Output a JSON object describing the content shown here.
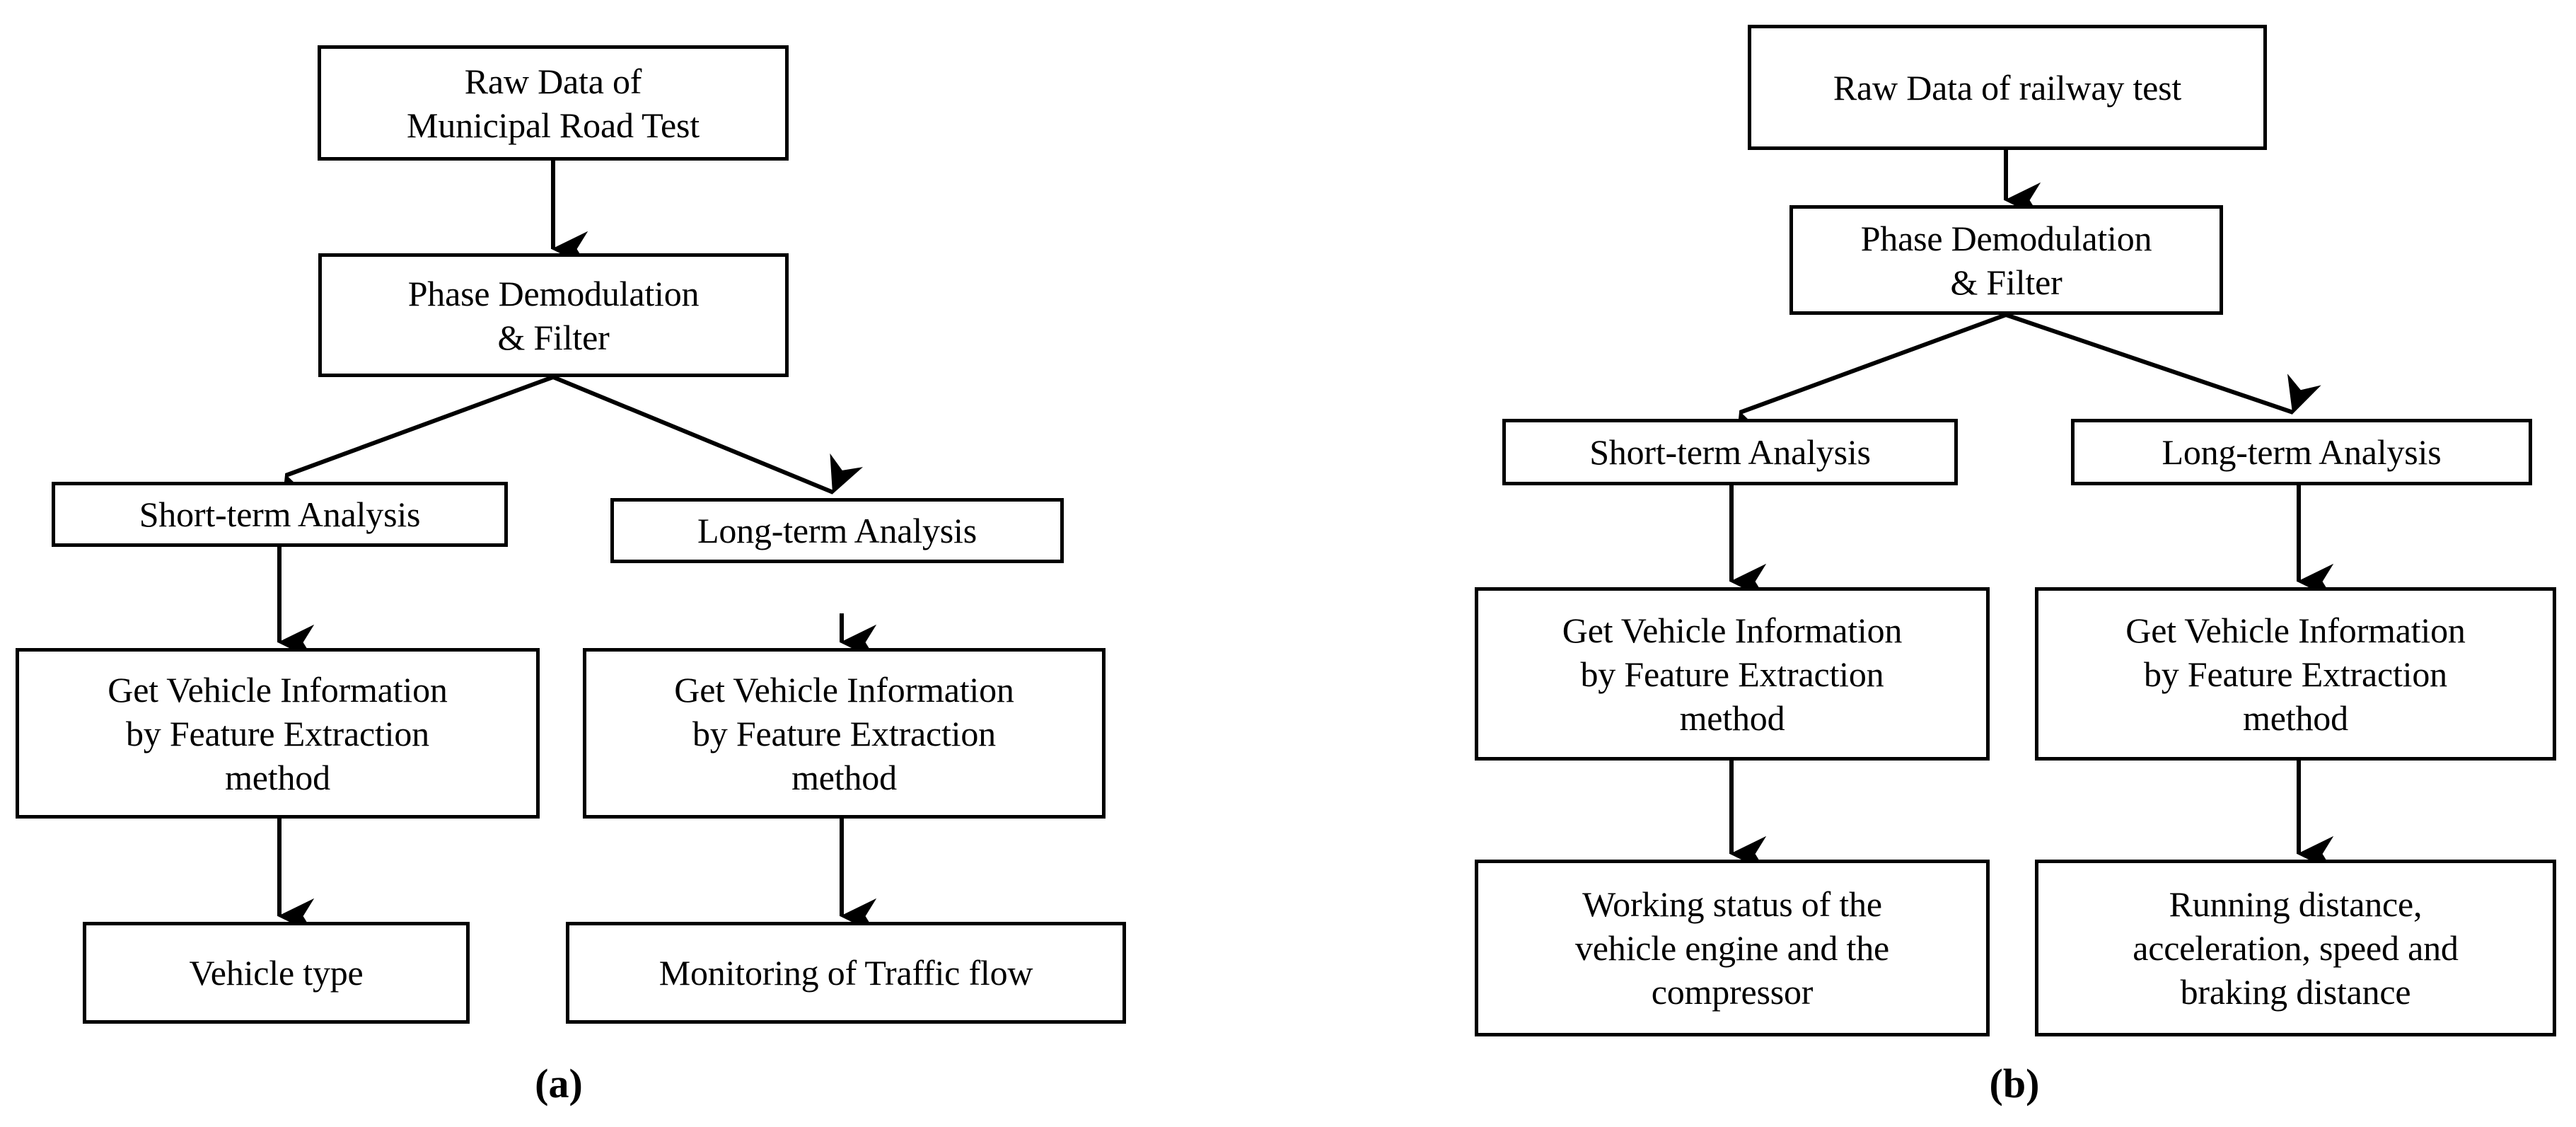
{
  "figure": {
    "type": "flowchart",
    "background_color": "#ffffff",
    "line_color": "#000000",
    "panels": [
      {
        "id": "a",
        "caption": "(a)",
        "nodes": [
          {
            "id": "a-raw",
            "label": "Raw Data of\nMunicipal Road Test"
          },
          {
            "id": "a-phase",
            "label": "Phase Demodulation\n& Filter"
          },
          {
            "id": "a-short",
            "label": "Short-term Analysis"
          },
          {
            "id": "a-long",
            "label": "Long-term Analysis"
          },
          {
            "id": "a-getveh-l",
            "label": "Get Vehicle Information\nby Feature Extraction\nmethod"
          },
          {
            "id": "a-getveh-r",
            "label": "Get Vehicle Information\nby Feature Extraction\nmethod"
          },
          {
            "id": "a-vehtype",
            "label": "Vehicle type"
          },
          {
            "id": "a-traffic",
            "label": "Monitoring of Traffic flow"
          }
        ],
        "edges": [
          {
            "from": "a-raw",
            "to": "a-phase"
          },
          {
            "from": "a-phase",
            "to": "a-short"
          },
          {
            "from": "a-phase",
            "to": "a-long"
          },
          {
            "from": "a-short",
            "to": "a-getveh-l"
          },
          {
            "from": "a-long",
            "to": "a-getveh-r"
          },
          {
            "from": "a-getveh-l",
            "to": "a-vehtype"
          },
          {
            "from": "a-getveh-r",
            "to": "a-traffic"
          }
        ]
      },
      {
        "id": "b",
        "caption": "(b)",
        "nodes": [
          {
            "id": "b-raw",
            "label": "Raw Data of railway test"
          },
          {
            "id": "b-phase",
            "label": "Phase Demodulation\n& Filter"
          },
          {
            "id": "b-short",
            "label": "Short-term Analysis"
          },
          {
            "id": "b-long",
            "label": "Long-term Analysis"
          },
          {
            "id": "b-getveh-l",
            "label": "Get Vehicle Information\nby Feature Extraction\nmethod"
          },
          {
            "id": "b-getveh-r",
            "label": "Get Vehicle Information\nby Feature Extraction\nmethod"
          },
          {
            "id": "b-working",
            "label": "Working status of the\nvehicle engine and the\ncompressor"
          },
          {
            "id": "b-running",
            "label": "Running distance,\nacceleration, speed and\nbraking distance"
          }
        ],
        "edges": [
          {
            "from": "b-raw",
            "to": "b-phase"
          },
          {
            "from": "b-phase",
            "to": "b-short"
          },
          {
            "from": "b-phase",
            "to": "b-long"
          },
          {
            "from": "b-short",
            "to": "b-getveh-l"
          },
          {
            "from": "b-long",
            "to": "b-getveh-r"
          },
          {
            "from": "b-getveh-l",
            "to": "b-working"
          },
          {
            "from": "b-getveh-r",
            "to": "b-running"
          }
        ]
      }
    ]
  }
}
